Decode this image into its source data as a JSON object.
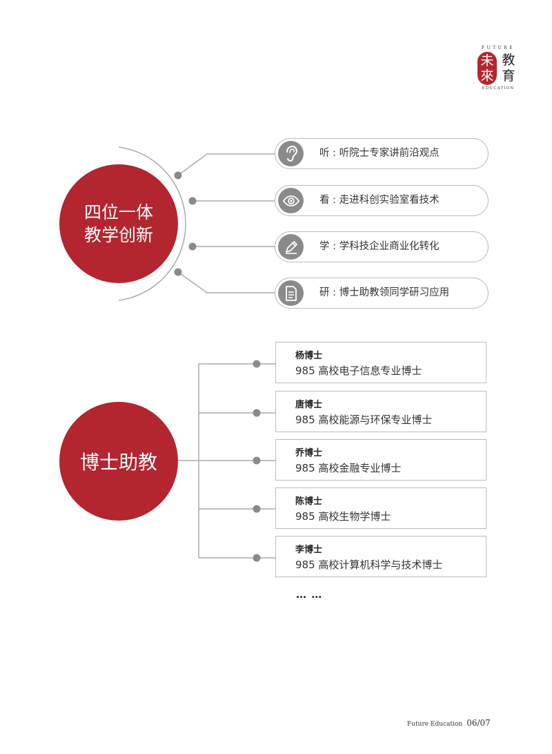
{
  "logo": {
    "top_text": "FUTURE",
    "red_chars": [
      "未",
      "來"
    ],
    "black_chars": [
      "教",
      "育"
    ],
    "bottom_text": "EDUCATION"
  },
  "section1": {
    "circle_lines": [
      "四位一体",
      "教学创新"
    ],
    "items": [
      {
        "icon": "ear-icon",
        "text": "听 : 听院士专家讲前沿观点"
      },
      {
        "icon": "eye-icon",
        "text": "看 : 走进科创实验室看技术"
      },
      {
        "icon": "pencil-icon",
        "text": "学 : 学科技企业商业化转化"
      },
      {
        "icon": "document-icon",
        "text": "研 : 博士助教领同学研习应用"
      }
    ]
  },
  "section2": {
    "circle_label": "博士助教",
    "items": [
      {
        "name": "杨博士",
        "desc": "985 高校电子信息专业博士"
      },
      {
        "name": "唐博士",
        "desc": "985 高校能源与环保专业博士"
      },
      {
        "name": "乔博士",
        "desc": "985 高校金融专业博士"
      },
      {
        "name": "陈博士",
        "desc": "985 高校生物学博士"
      },
      {
        "name": "李博士",
        "desc": "985 高校计算机科学与技术博士"
      }
    ],
    "ellipsis": "… …"
  },
  "footer": {
    "brand": "Future Education",
    "page": "06/07"
  },
  "colors": {
    "accent_red": "#b3252f",
    "line_gray": "#aaaaaa",
    "icon_gray": "#8a8a8a"
  }
}
